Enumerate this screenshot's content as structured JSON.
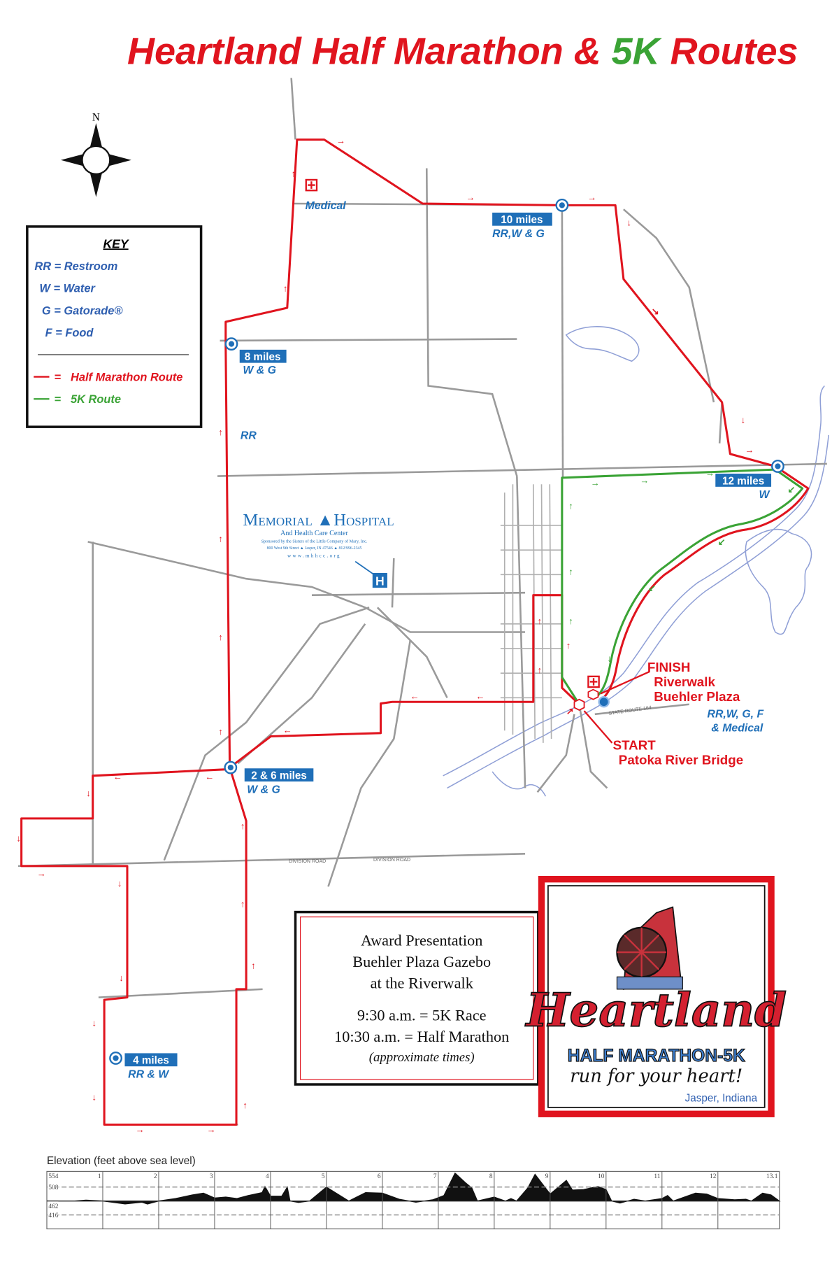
{
  "title": {
    "part1": "Heartland Half Marathon & ",
    "part2": "5K",
    "part3": " Routes",
    "color_red": "#e0141e",
    "color_green": "#3aa335"
  },
  "compass": {
    "north_label": "N"
  },
  "key": {
    "heading": "KEY",
    "items": [
      {
        "abbr": "RR",
        "meaning": "Restroom"
      },
      {
        "abbr": "W",
        "meaning": "Water"
      },
      {
        "abbr": "G",
        "meaning": "Gatorade®"
      },
      {
        "abbr": "F",
        "meaning": "Food"
      }
    ],
    "routes": [
      {
        "label": "Half Marathon Route",
        "color": "#e0141e"
      },
      {
        "label": "5K Route",
        "color": "#3aa335"
      }
    ]
  },
  "markers": [
    {
      "label": "10 miles",
      "services": "RR,W & G"
    },
    {
      "label": "8 miles",
      "services": "W & G"
    },
    {
      "label": "12 miles",
      "services": "W"
    },
    {
      "label": "2 & 6 miles",
      "services": "W & G"
    },
    {
      "label": "4 miles",
      "services": "RR & W"
    }
  ],
  "map_labels": {
    "medical": "Medical",
    "restroom": "RR",
    "finish": "FINISH",
    "finish_place1": "Riverwalk",
    "finish_place2": "Buehler Plaza",
    "finish_services1": "RR,W, G, F",
    "finish_services2": "& Medical",
    "start": "START",
    "start_place": "Patoka River Bridge",
    "division_road": "DIVISION ROAD",
    "state_route": "STATE ROUTE 164"
  },
  "hospital": {
    "name_part1": "Memorial",
    "name_part2": "Hospital",
    "subtitle": "And Health Care Center",
    "sponsor": "Sponsored by the Sisters of the Little Company of Mary, Inc.",
    "address": "800 West 9th Street ▲ Jasper, IN 47546 ▲ 812/996-2345",
    "website": "www.mhhcc.org",
    "icon_letter": "H"
  },
  "award": {
    "line1": "Award Presentation",
    "line2": "Buehler Plaza Gazebo",
    "line3": "at the Riverwalk",
    "race1": "9:30 a.m. = 5K Race",
    "race2": "10:30 a.m. = Half Marathon",
    "note": "(approximate times)"
  },
  "logo": {
    "script": "Heartland",
    "event": "HALF MARATHON-5K",
    "tagline": "run for your heart!",
    "location": "Jasper, Indiana"
  },
  "elevation": {
    "title": "Elevation (feet above sea level)",
    "y_ticks": [
      554,
      508,
      462,
      416
    ],
    "mile_ticks": [
      "1",
      "2",
      "3",
      "4",
      "5",
      "6",
      "7",
      "8",
      "9",
      "10",
      "11",
      "12",
      "13.1"
    ],
    "baseline_ft": 462,
    "profile": [
      [
        0,
        462
      ],
      [
        0.3,
        475
      ],
      [
        0.5,
        473
      ],
      [
        0.7,
        465
      ],
      [
        1,
        462
      ],
      [
        1.4,
        452
      ],
      [
        1.7,
        458
      ],
      [
        1.8,
        452
      ],
      [
        2,
        462
      ],
      [
        2.3,
        470
      ],
      [
        2.6,
        482
      ],
      [
        2.8,
        488
      ],
      [
        3.0,
        472
      ],
      [
        3.2,
        475
      ],
      [
        3.4,
        470
      ],
      [
        3.6,
        480
      ],
      [
        3.85,
        490
      ],
      [
        3.9,
        510
      ],
      [
        4.0,
        478
      ],
      [
        4.2,
        478
      ],
      [
        4.3,
        508
      ],
      [
        4.35,
        462
      ],
      [
        4.5,
        457
      ],
      [
        4.7,
        462
      ],
      [
        5.0,
        508
      ],
      [
        5.4,
        462
      ],
      [
        5.7,
        490
      ],
      [
        6.0,
        488
      ],
      [
        6.3,
        468
      ],
      [
        6.6,
        458
      ],
      [
        6.9,
        466
      ],
      [
        7.1,
        480
      ],
      [
        7.3,
        554
      ],
      [
        7.5,
        520
      ],
      [
        7.6,
        505
      ],
      [
        7.7,
        462
      ],
      [
        8.0,
        475
      ],
      [
        8.2,
        462
      ],
      [
        8.3,
        470
      ],
      [
        8.4,
        462
      ],
      [
        8.6,
        505
      ],
      [
        8.73,
        550
      ],
      [
        9.0,
        485
      ],
      [
        9.29,
        530
      ],
      [
        9.4,
        498
      ],
      [
        9.6,
        500
      ],
      [
        9.85,
        510
      ],
      [
        10.0,
        500
      ],
      [
        10.1,
        462
      ],
      [
        10.25,
        455
      ],
      [
        10.5,
        468
      ],
      [
        10.7,
        462
      ],
      [
        11.0,
        470
      ],
      [
        11.1,
        480
      ],
      [
        11.2,
        462
      ],
      [
        11.6,
        488
      ],
      [
        11.8,
        485
      ],
      [
        12.0,
        470
      ],
      [
        12.3,
        466
      ],
      [
        12.5,
        468
      ],
      [
        12.6,
        462
      ],
      [
        12.8,
        488
      ],
      [
        12.95,
        482
      ],
      [
        13.1,
        462
      ]
    ]
  }
}
